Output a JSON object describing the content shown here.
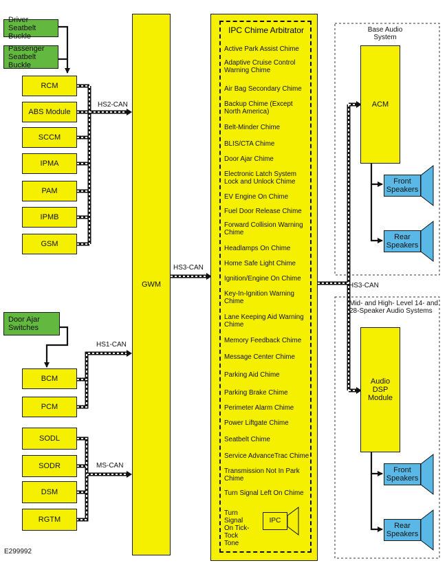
{
  "modules_hs2": [
    "RCM",
    "ABS Module",
    "SCCM",
    "IPMA",
    "PAM",
    "IPMB",
    "GSM"
  ],
  "driver_buckle": "Driver Seatbelt Buckle",
  "passenger_buckle": "Passenger Seatbelt Buckle",
  "door_ajar_switches": "Door Ajar Switches",
  "modules_hs1": [
    "BCM",
    "PCM"
  ],
  "modules_ms": [
    "SODL",
    "SODR",
    "DSM",
    "RGTM"
  ],
  "bus": {
    "hs2": "HS2-CAN",
    "hs1": "HS1-CAN",
    "ms": "MS-CAN",
    "hs3_left": "HS3-CAN",
    "hs3_right": "HS3-CAN"
  },
  "gwm": "GWM",
  "arbitrator_title": "IPC Chime Arbitrator",
  "chimes": [
    "Active Park Assist Chime",
    "Adaptive Cruise Control Warning Chime",
    "Air Bag Secondary Chime",
    "Backup Chime (Except North America)",
    "Belt-Minder Chime",
    "BLIS/CTA Chime",
    "Door Ajar Chime",
    "Electronic Latch System Lock and Unlock Chime",
    "EV Engine On Chime",
    "Fuel Door Release Chime",
    "Forward Collision Warning Chime",
    "Headlamps On Chime",
    "Home Safe Light Chime",
    "Ignition/Engine On Chime",
    "Key-In-Ignition Warning Chime",
    "Lane Keeping Aid Warning Chime",
    "Memory Feedback Chime",
    "Message Center Chime",
    "Parking Aid Chime",
    "Parking Brake Chime",
    "Perimeter Alarm Chime",
    "Power Liftgate Chime",
    "Seatbelt Chime",
    "Service AdvanceTrac Chime",
    "Transmission Not In Park Chime",
    "Turn Signal Left On Chime"
  ],
  "turn_signal_tick": "Turn Signal On Tick-Tock Tone",
  "ipc": "IPC",
  "base_audio": "Base Audio System",
  "acm": "ACM",
  "front_speakers": "Front Speakers",
  "rear_speakers": "Rear Speakers",
  "premium_audio": "Mid- and High- Level 14- and 28-Speaker Audio Systems",
  "audio_dsp": "Audio DSP Module",
  "figure_code": "E299992"
}
